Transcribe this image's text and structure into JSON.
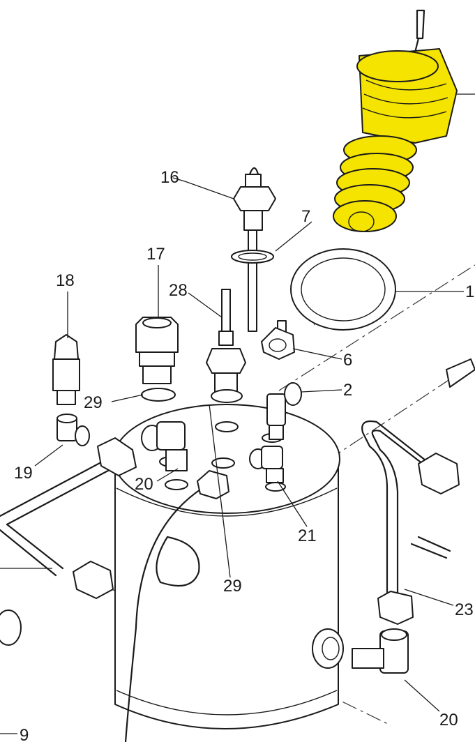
{
  "highlight_color": "#f5e400",
  "callouts": {
    "c1_right": "1",
    "c2": "2",
    "c6": "6",
    "c7": "7",
    "c9": "9",
    "c16": "16",
    "c17": "17",
    "c18": "18",
    "c19": "19",
    "c20_a": "20",
    "c20_b": "20",
    "c21": "21",
    "c23": "23",
    "c28": "28",
    "c29_a": "29",
    "c29_b": "29"
  }
}
